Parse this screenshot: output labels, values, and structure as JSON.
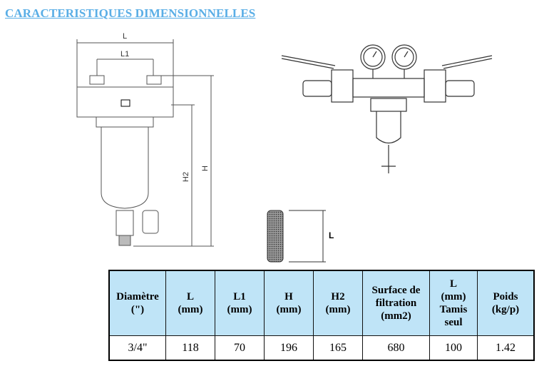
{
  "title": "CARACTERISTIQUES DIMENSIONNELLES",
  "drawing_labels": {
    "L": "L",
    "L1": "L1",
    "H": "H",
    "H2": "H2",
    "screen_L": "L"
  },
  "table": {
    "headers": [
      [
        "Diamètre",
        "(\")"
      ],
      [
        "L",
        "(mm)"
      ],
      [
        "L1",
        "(mm)"
      ],
      [
        "H",
        "(mm)"
      ],
      [
        "H2",
        "(mm)"
      ],
      [
        "Surface de",
        "filtration",
        "(mm2)"
      ],
      [
        "L",
        "(mm)",
        "Tamis",
        "seul"
      ],
      [
        "Poids",
        "(kg/p)"
      ]
    ],
    "rows": [
      [
        "3/4\"",
        "118",
        "70",
        "196",
        "165",
        "680",
        "100",
        "1.42"
      ]
    ]
  }
}
